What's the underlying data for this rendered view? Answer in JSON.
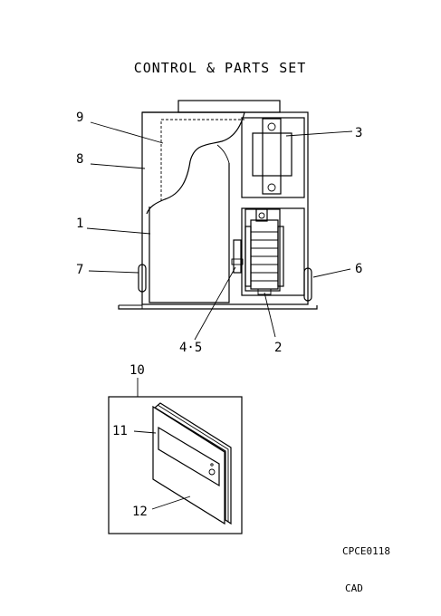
{
  "title": "CONTROL & PARTS SET",
  "callouts": {
    "c1": "1",
    "c2": "2",
    "c3": "3",
    "c45": "4·5",
    "c6": "6",
    "c7": "7",
    "c8": "8",
    "c9": "9",
    "c10": "10",
    "c11": "11",
    "c12": "12"
  },
  "drawing_code": "CPCE0118",
  "cad_label": "CAD"
}
